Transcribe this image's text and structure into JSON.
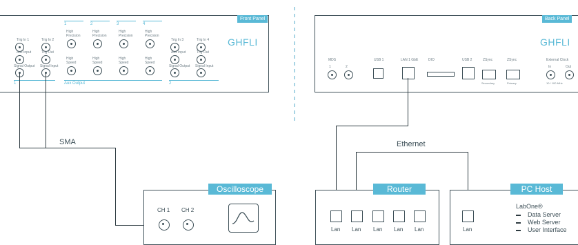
{
  "front_panel": {
    "tag": "Front Panel",
    "brand": "GHFLI",
    "left_group": {
      "trig_in_1": "Trig In 1",
      "trig_in_2": "Trig In 2",
      "aux_input": "Aux Input",
      "trig_out": "Trig Out",
      "signal_output": "Signal Output",
      "signal_input": "Signal Input",
      "number": "1"
    },
    "aux_columns": [
      {
        "number": "1",
        "high_precision": "High\nPrecision",
        "high_speed": "High\nSpeed"
      },
      {
        "number": "2",
        "high_precision": "High\nPrecision",
        "high_speed": "High\nSpeed"
      },
      {
        "number": "3",
        "high_precision": "High\nPrecision",
        "high_speed": "High\nSpeed"
      },
      {
        "number": "4",
        "high_precision": "High\nPrecision",
        "high_speed": "High\nSpeed"
      }
    ],
    "aux_output_label": "Aux Output",
    "right_group": {
      "trig_in_3": "Trig In 3",
      "trig_in_4": "Trig In 4",
      "aux_input": "Aux Input",
      "trig_out": "Trig Out",
      "signal_output": "Signal Output",
      "signal_input": "Signal Input",
      "number": "2"
    }
  },
  "back_panel": {
    "tag": "Back Panel",
    "brand": "GHFLI",
    "mds": "MDS",
    "mds_1": "1",
    "mds_2": "2",
    "usb1": "USB 1",
    "lan": "LAN 1 GbE",
    "dio": "DIO",
    "usb2": "USB 2",
    "zsync_secondary_title": "ZSync",
    "zsync_secondary": "Secondary",
    "zsync_primary_title": "ZSync",
    "zsync_primary": "Primary",
    "external_clock": "External Clock",
    "clock_in": "In",
    "clock_out": "Out",
    "clock_freq": "10 / 100 MHz"
  },
  "cables": {
    "sma": "SMA",
    "ethernet": "Ethernet"
  },
  "oscilloscope": {
    "title": "Oscilloscope",
    "ch1": "CH 1",
    "ch2": "CH 2"
  },
  "router": {
    "title": "Router",
    "ports": [
      "Lan",
      "Lan",
      "Lan",
      "Lan",
      "Lan"
    ]
  },
  "pc_host": {
    "title": "PC Host",
    "port": "Lan",
    "software": "LabOne®",
    "components": [
      "Data Server",
      "Web Server",
      "User Interface"
    ]
  },
  "colors": {
    "accent": "#59b9d6",
    "line": "#3d4f57",
    "cable": "#2d3a40"
  }
}
